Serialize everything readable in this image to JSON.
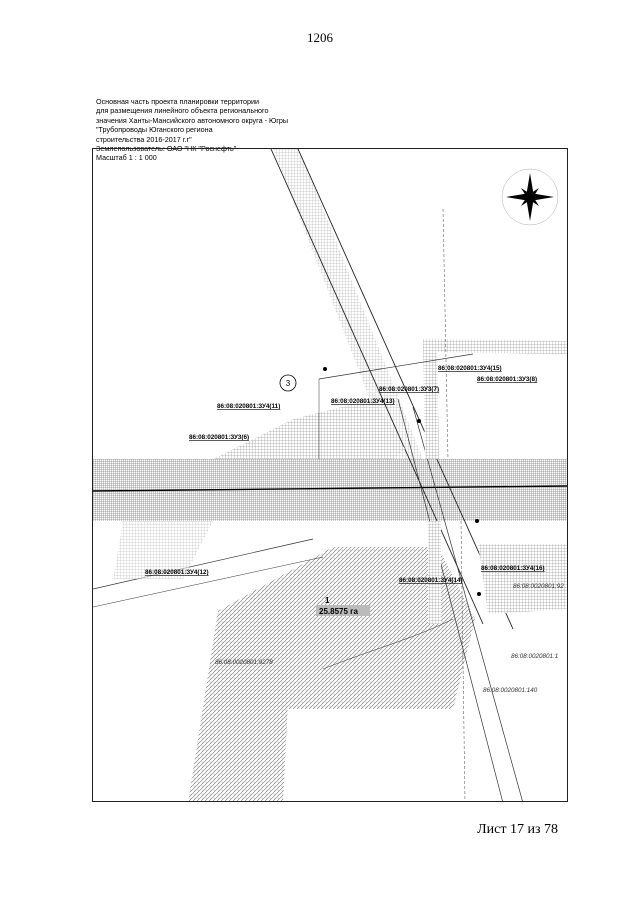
{
  "page_number": "1206",
  "sheet_label": "Лист 17 из 78",
  "title_lines": [
    "Основная часть проекта планировки территории",
    "для размещения линейного объекта регионального",
    "значения Ханты-Мансийского автономного округа - Югры",
    "\"Трубопроводы Юганского региона",
    "строительства 2016-2017 г.г\""
  ],
  "land_user": "Землепользователь: ОАО \"НК \"Роснефть\"",
  "scale": "Масштаб 1 : 1 000",
  "parcels": [
    "86:08:020801:ЗУ4(15)",
    "86:08:020801:ЗУ3(7)",
    "86:08:020801:ЗУ3(8)",
    "86:08:020801:ЗУ4(11)",
    "86:08:020801:ЗУ4(13)",
    "86:08:020801:ЗУ3(6)",
    "86:08:020801:ЗУ4(12)",
    "86:08:020801:ЗУ4(14)",
    "86:08:020801:ЗУ4(16)"
  ],
  "cadastral": [
    "86:08:0020801:92",
    "86:08:0020801:1",
    "86:08:0020801:140",
    "86:08:0020801:9278"
  ],
  "circle_label": "3",
  "area_number": "1",
  "area_value": "25.8575 га"
}
